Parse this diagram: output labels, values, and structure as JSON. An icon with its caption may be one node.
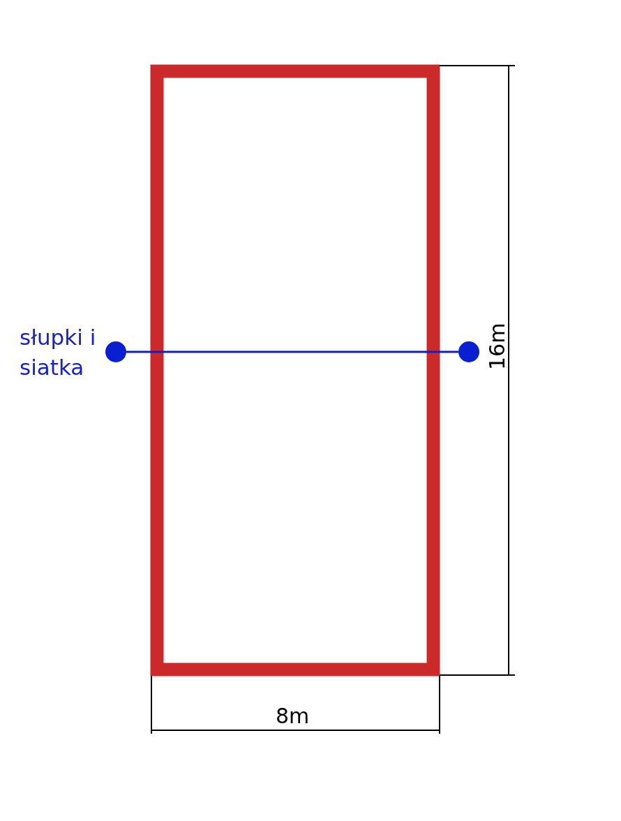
{
  "diagram": {
    "nodes": [
      {
        "text": [],
        "shape": "circle"
      },
      {
        "text": [],
        "shape": "circle"
      }
    ],
    "edges": [
      {
        "from": 0,
        "to": 1,
        "arrow": "none"
      }
    ],
    "labels": [
      "słupki i siatka",
      "16m",
      "8m"
    ]
  }
}
